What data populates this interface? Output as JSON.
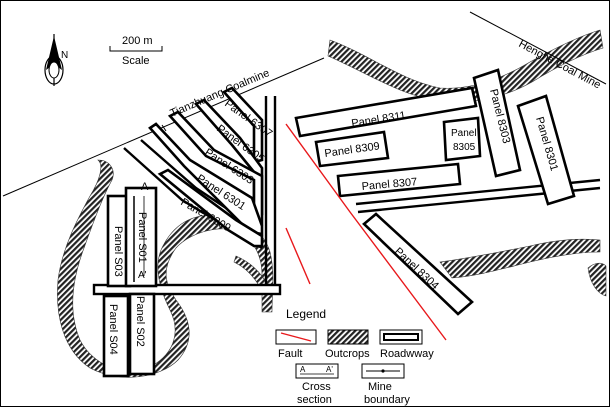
{
  "scale": {
    "distance": "200 m",
    "caption": "Scale"
  },
  "north": {
    "label": "N"
  },
  "mines": {
    "left": "Tianzhuang Coalmine",
    "right": "Henghe Coal Mine"
  },
  "panels": {
    "p6307": "Panel 6307",
    "p6305": "Panel 6305",
    "p6303": "Panel 6303",
    "p6301": "Panel 6301",
    "p6309": "Panel 6309",
    "p8311": "Panel 8311",
    "p8309": "Panel 8309",
    "p8305a": "Panel",
    "p8305b": "8305",
    "p8303": "Panel 8303",
    "p8301": "Panel 8301",
    "p8307": "Panel 8307",
    "p8304": "Panel 8304",
    "pS01": "Panel S01",
    "pS03": "Panel S03",
    "pS04": "Panel S04",
    "pS02": "Panel S02"
  },
  "section_marks": {
    "a": "A",
    "a_prime": "A'"
  },
  "legend": {
    "title": "Legend",
    "fault": "Fault",
    "outcrops": "Outcrops",
    "roadway": "Roadwway",
    "cross_a": "A",
    "cross_a_prime": "A'",
    "cross_line1": "Cross",
    "cross_line2": "section",
    "boundary_line1": "Mine",
    "boundary_line2": "boundary"
  },
  "colors": {
    "fault": "#e8191c",
    "line": "#000000",
    "outcrop": "#3a3a3a"
  }
}
